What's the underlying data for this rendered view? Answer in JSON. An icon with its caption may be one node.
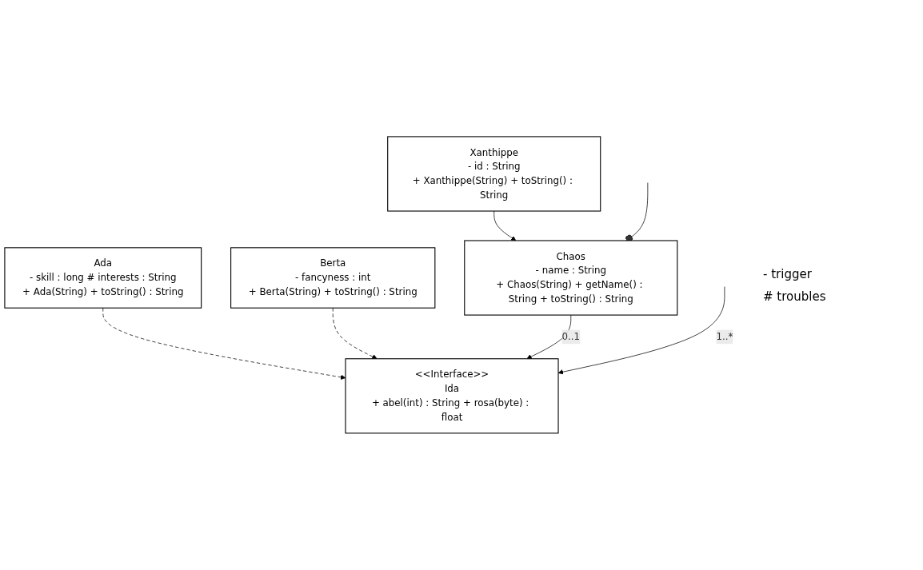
{
  "diagram": {
    "nodes": [
      {
        "text": [
          "Xanthippe",
          "- id : String",
          "+ Xanthippe(String) + toString() : String"
        ]
      },
      {
        "text": [
          "Ada",
          "- skill : long # interests : String",
          "+ Ada(String) + toString() : String"
        ]
      },
      {
        "text": [
          "Berta",
          "- fancyness : int",
          "+ Berta(String) + toString() : String"
        ]
      },
      {
        "text": [
          "Chaos",
          "- name : String",
          "+ Chaos(String) + getName() : String + toString() : String"
        ]
      },
      {
        "text": [
          "<<Interface>>",
          "Ida",
          "+ abel(int) : String + rosa(byte) : float"
        ]
      }
    ],
    "edges": [
      {
        "from": 0,
        "to": 3,
        "arrow": "to"
      },
      {
        "from": 1,
        "to": 4,
        "arrow": "to",
        "style": "dashed"
      },
      {
        "from": 2,
        "to": 4,
        "arrow": "to",
        "style": "dashed"
      },
      {
        "from": 3,
        "to": 4,
        "arrow": "to",
        "label": "0..1"
      },
      {
        "from": 3,
        "to": null,
        "arrow": "other"
      },
      {
        "from": null,
        "to": 4,
        "arrow": "to",
        "label": "1..*"
      }
    ],
    "labels": [
      "- trigger",
      "# troubles"
    ]
  }
}
